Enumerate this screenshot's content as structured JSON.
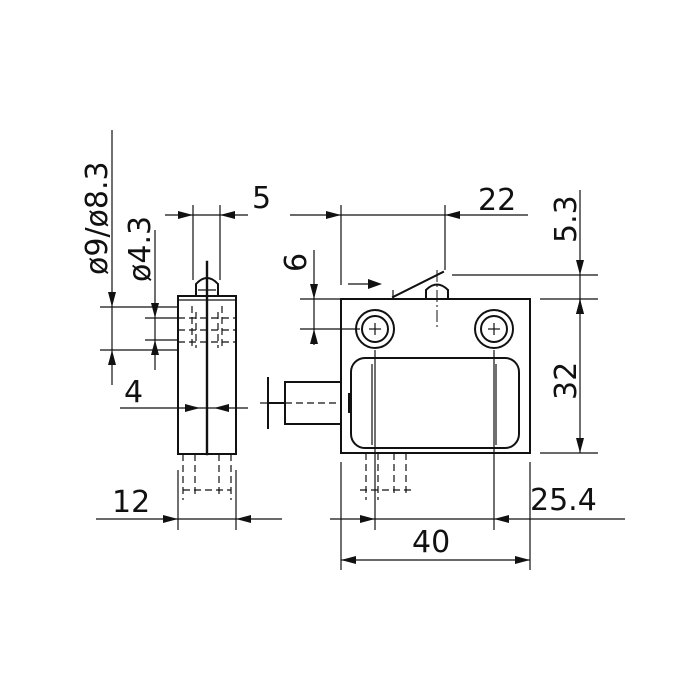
{
  "dimensions": {
    "diameter_pair": "ø9/ø8.3",
    "diameter_small": "ø4.3",
    "width_5": "5",
    "height_4": "4",
    "width_12": "12",
    "offset_22": "22",
    "height_6": "6",
    "offset_5_3": "5.3",
    "height_32": "32",
    "width_40": "40",
    "pitch_25_4": "25.4"
  }
}
